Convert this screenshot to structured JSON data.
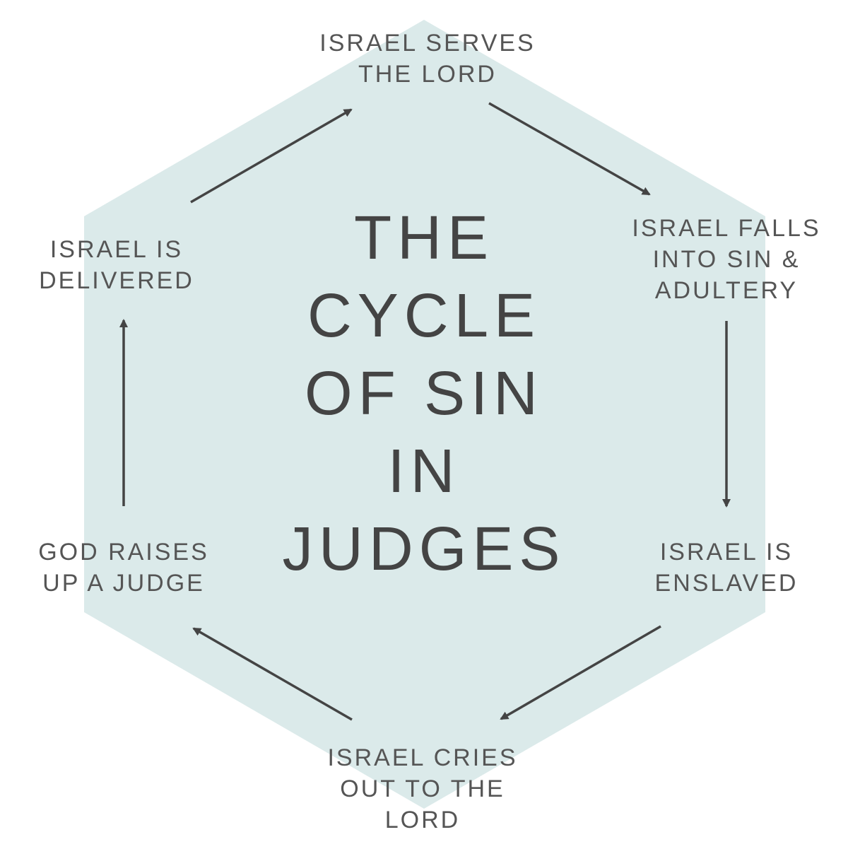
{
  "colors": {
    "background": "#ffffff",
    "hexagon_fill": "#dbeaea",
    "arrow": "#444444",
    "text": "#555555",
    "title": "#444444"
  },
  "title": {
    "lines": [
      "THE",
      "CYCLE",
      "OF SIN",
      "IN",
      "JUDGES"
    ]
  },
  "steps": {
    "serves": {
      "lines": [
        "ISRAEL SERVES",
        "THE LORD"
      ]
    },
    "falls": {
      "lines": [
        "ISRAEL FALLS",
        "INTO SIN &",
        "ADULTERY"
      ]
    },
    "enslaved": {
      "lines": [
        "ISRAEL IS",
        "ENSLAVED"
      ]
    },
    "cries": {
      "lines": [
        "ISRAEL CRIES",
        "OUT TO THE",
        "LORD"
      ]
    },
    "judge": {
      "lines": [
        "GOD RAISES",
        "UP A JUDGE"
      ]
    },
    "delivered": {
      "lines": [
        "ISRAEL IS",
        "DELIVERED"
      ]
    }
  }
}
